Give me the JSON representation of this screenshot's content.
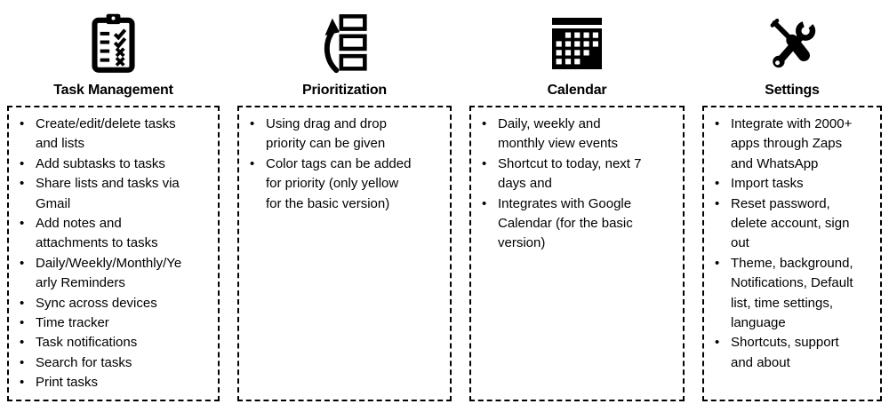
{
  "page": {
    "background": "#ffffff",
    "text_color": "#000000",
    "border_color": "#000000",
    "icon_color": "#000000"
  },
  "columns": [
    {
      "icon": "clipboard-checklist-icon",
      "title": "Task Management",
      "items": [
        "Create/edit/delete tasks and lists",
        "Add subtasks to tasks",
        "Share lists and tasks via Gmail",
        "Add notes and attachments to tasks",
        "Daily/Weekly/Monthly/Yearly Reminders",
        "Sync across devices",
        "Time tracker",
        "Task notifications",
        "Search for tasks",
        "Print tasks"
      ]
    },
    {
      "icon": "drag-drop-reorder-icon",
      "title": "Prioritization",
      "items": [
        "Using drag and drop priority can be given",
        "Color tags can be added for priority (only yellow for the basic version)"
      ]
    },
    {
      "icon": "calendar-grid-icon",
      "title": "Calendar",
      "items": [
        "Daily, weekly and monthly view events",
        "Shortcut to today, next 7 days and",
        "Integrates with Google Calendar (for the basic version)"
      ]
    },
    {
      "icon": "crossed-tools-icon",
      "title": "Settings",
      "items": [
        "Integrate with 2000+ apps through Zaps and WhatsApp",
        "Import tasks",
        "Reset password, delete account, sign out",
        "Theme, background, Notifications, Default list, time settings, language",
        "Shortcuts, support and about"
      ]
    }
  ]
}
